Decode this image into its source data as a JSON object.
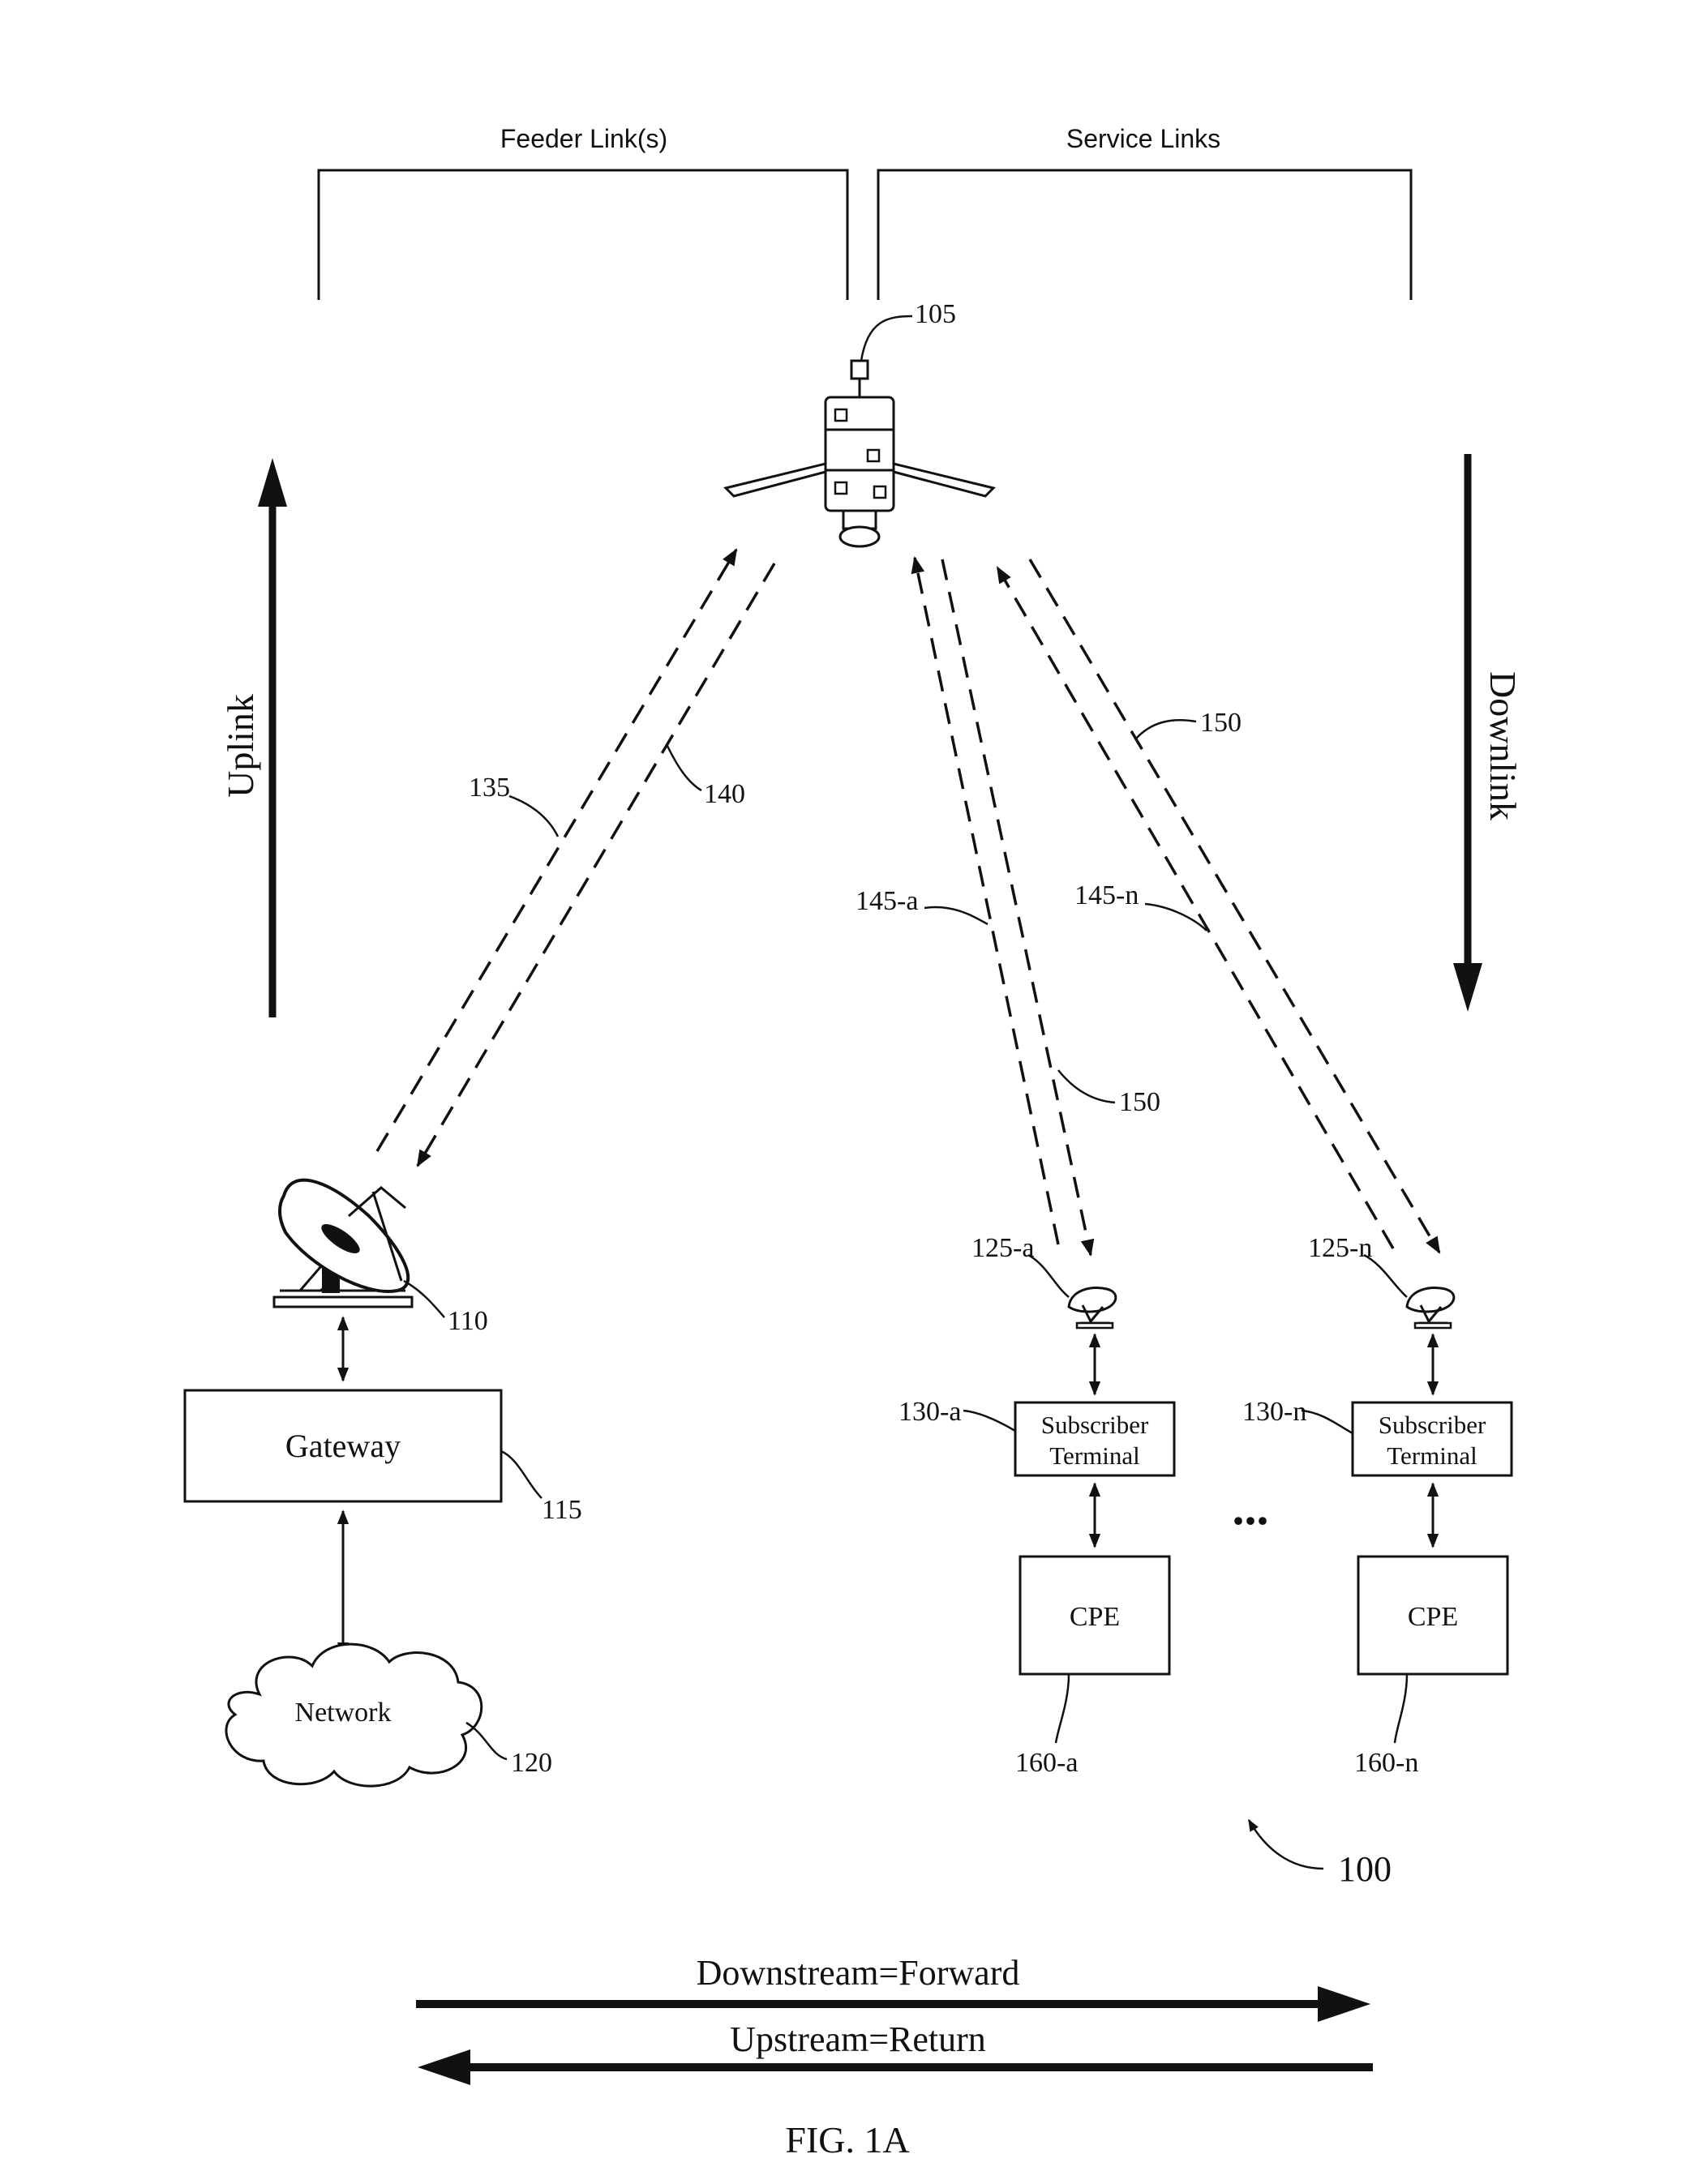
{
  "headers": {
    "feeder_links": "Feeder Link(s)",
    "service_links": "Service Links"
  },
  "directions": {
    "uplink": "Uplink",
    "downlink": "Downlink",
    "downstream": "Downstream=Forward",
    "upstream": "Upstream=Return"
  },
  "nodes": {
    "gateway": "Gateway",
    "network": "Network",
    "subscriber_terminal_line1": "Subscriber",
    "subscriber_terminal_line2": "Terminal",
    "cpe": "CPE",
    "ellipsis": "..."
  },
  "refs": {
    "satellite": "105",
    "gateway_antenna": "110",
    "gateway": "115",
    "network": "120",
    "terminal_antenna_a": "125-a",
    "terminal_antenna_n": "125-n",
    "terminal_a": "130-a",
    "terminal_n": "130-n",
    "feeder_up": "135",
    "feeder_down": "140",
    "service_up_a": "145-a",
    "service_up_n": "145-n",
    "service_down_a": "150",
    "service_down_n": "150",
    "cpe_a": "160-a",
    "cpe_n": "160-n",
    "system": "100"
  },
  "caption": "FIG. 1A"
}
